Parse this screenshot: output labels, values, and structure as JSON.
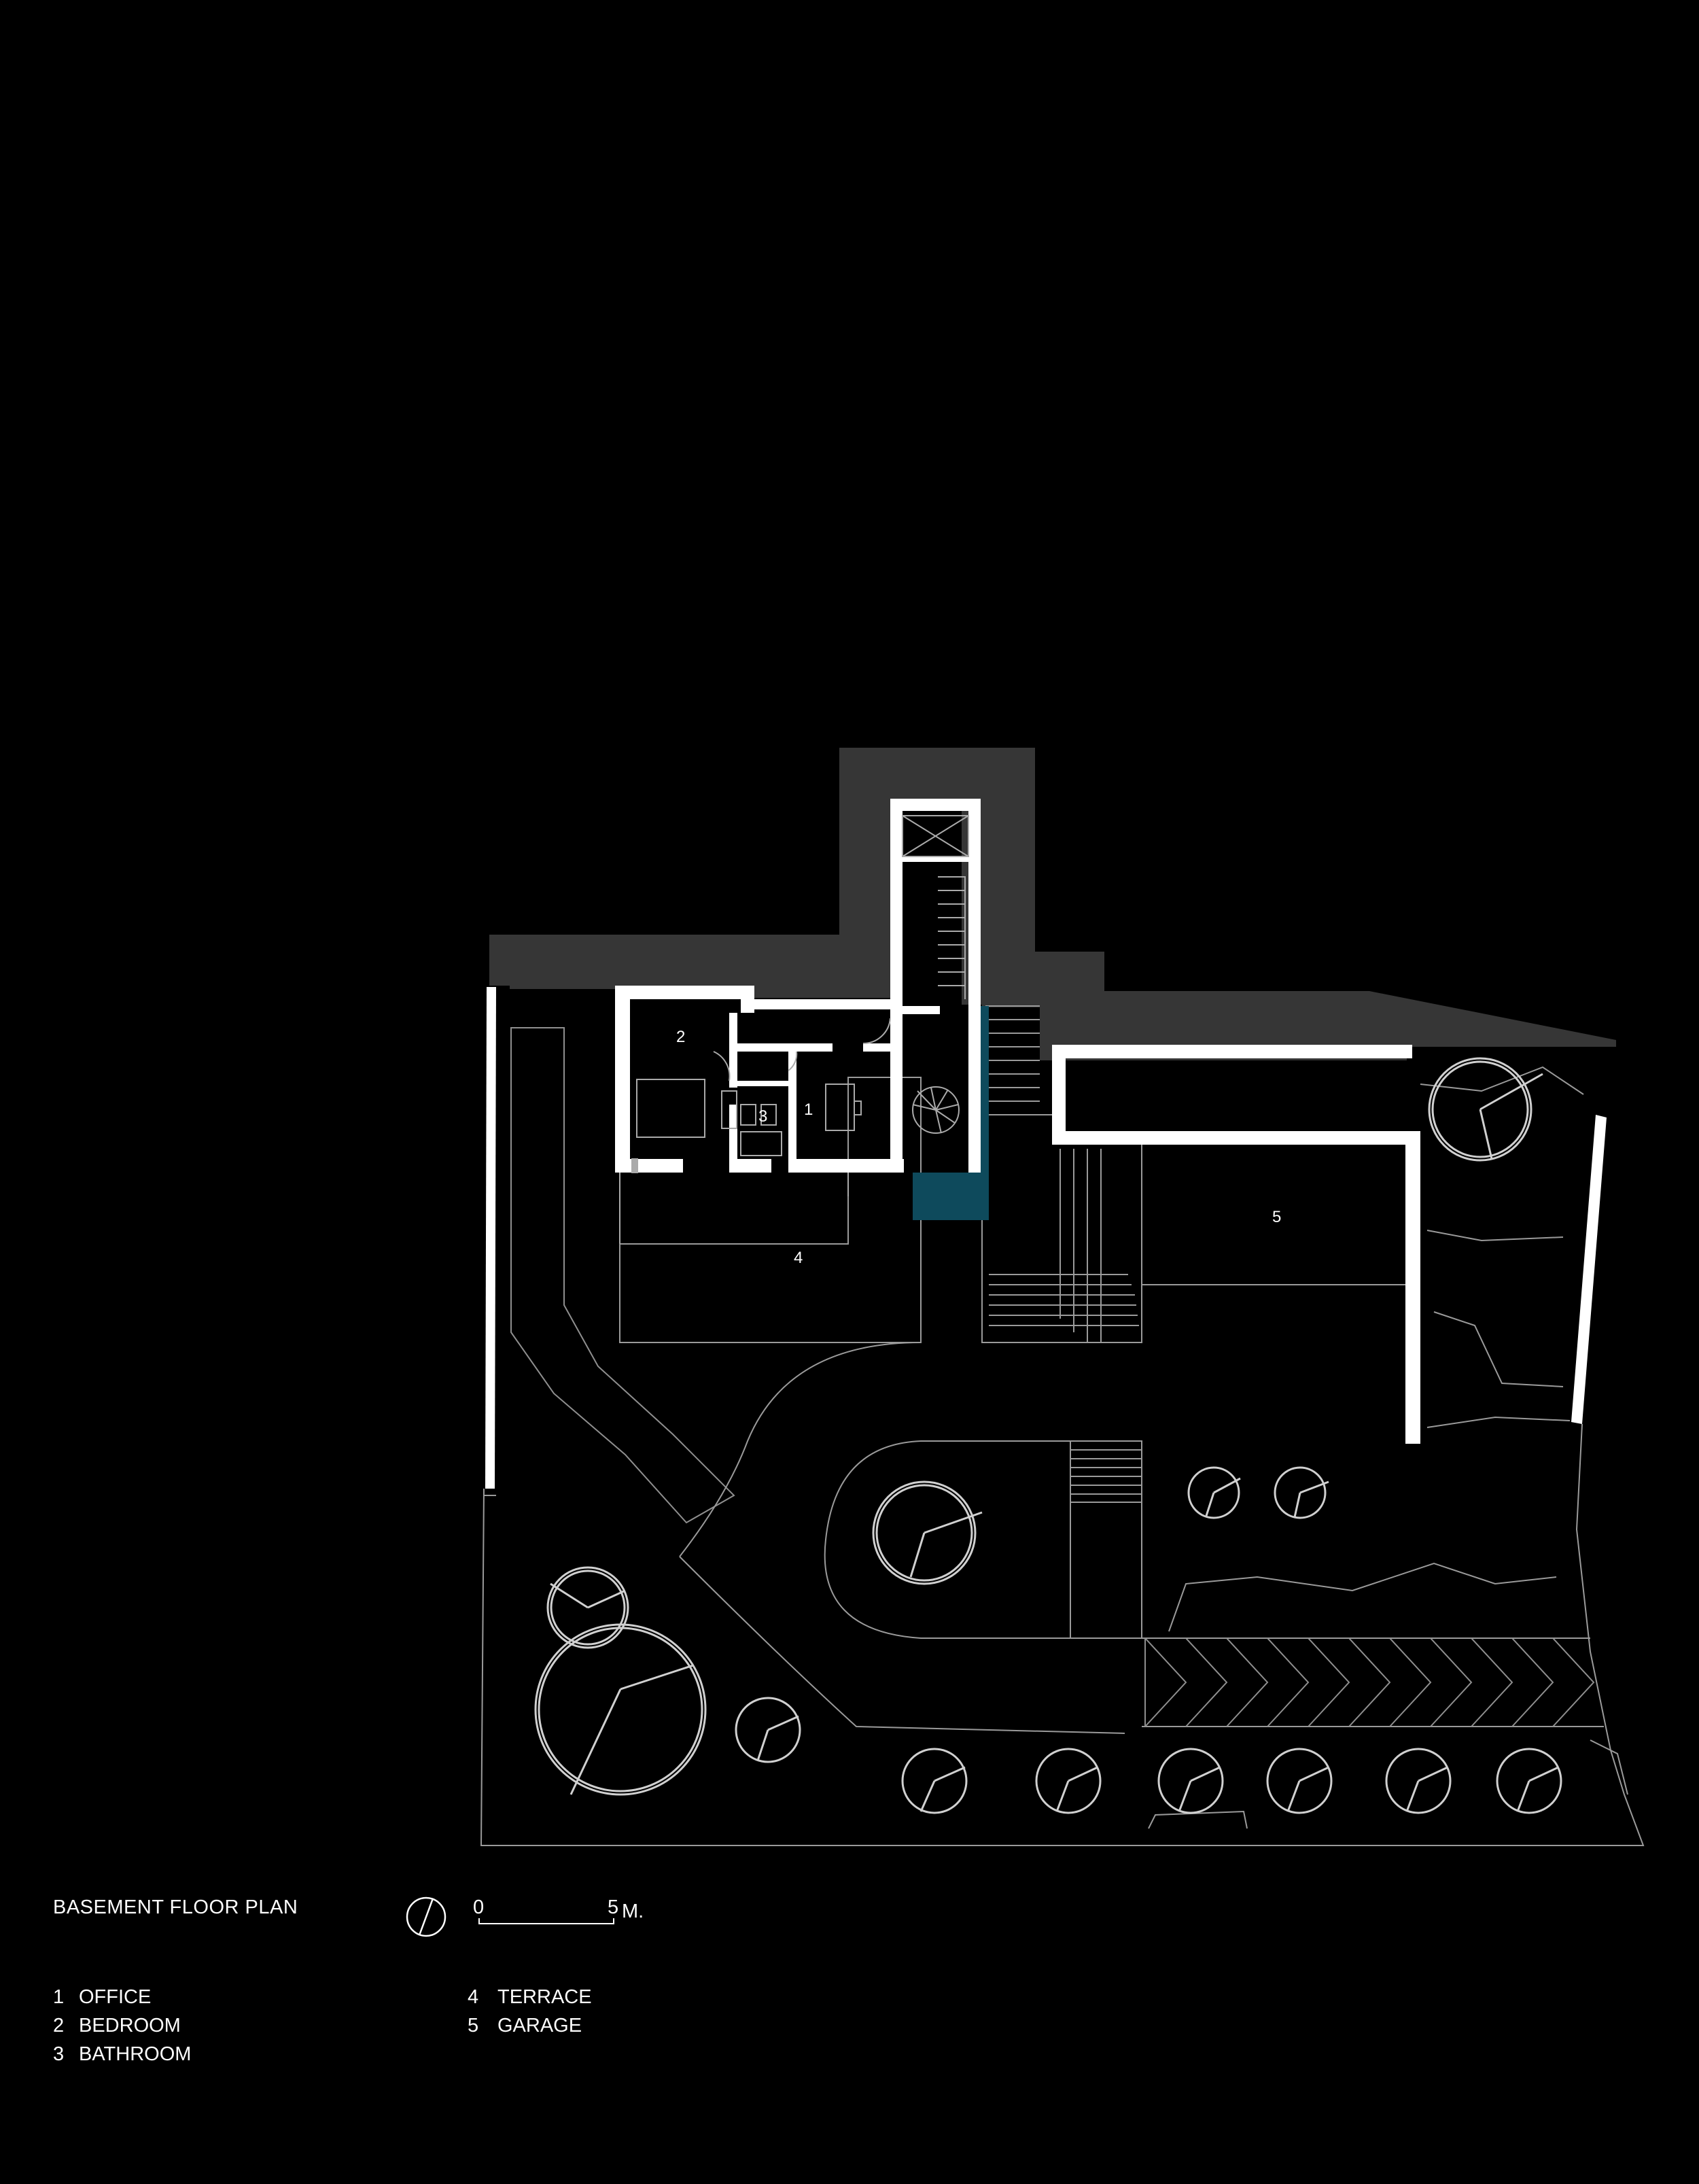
{
  "plan": {
    "title": "BASEMENT FLOOR PLAN",
    "north_arrow": "north-arrow-icon",
    "scale_bar": {
      "start_label": "0",
      "end_label": "5",
      "unit": "M."
    },
    "room_labels": [
      "1",
      "2",
      "3",
      "4",
      "5"
    ],
    "legend": [
      {
        "number": "1",
        "name": "OFFICE"
      },
      {
        "number": "2",
        "name": "BEDROOM"
      },
      {
        "number": "3",
        "name": "BATHROOM"
      },
      {
        "number": "4",
        "name": "TERRACE"
      },
      {
        "number": "5",
        "name": "GARAGE"
      }
    ],
    "colors": {
      "background": "#000000",
      "earth": "#363636",
      "walls": "#ffffff",
      "lines": "#9a9a9a",
      "water": "#0e4a5c"
    }
  }
}
